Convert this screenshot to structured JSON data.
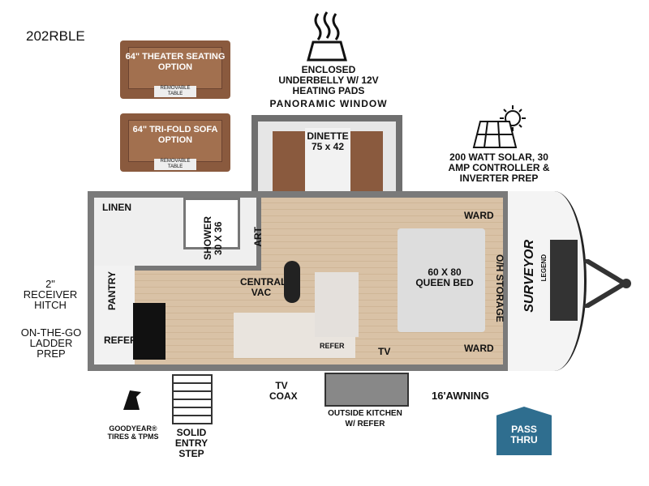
{
  "model": "202RBLE",
  "options": {
    "theater": "64\" THEATER SEATING OPTION",
    "sofa": "64\" TRI-FOLD SOFA OPTION",
    "removable_table": "REMOVABLE TABLE"
  },
  "features": {
    "underbelly": "ENCLOSED UNDERBELLY W/ 12V HEATING PADS",
    "window": "PANORAMIC WINDOW",
    "solar": "200 WATT SOLAR, 30 AMP CONTROLLER & INVERTER PREP",
    "hitch": "2\" RECEIVER HITCH",
    "ladder": "ON-THE-GO LADDER PREP",
    "tires": "GOODYEAR® TIRES & TPMS",
    "step": "SOLID ENTRY STEP",
    "coax": "TV COAX",
    "kitchen": "OUTSIDE KITCHEN W/ REFER",
    "awning": "16'AWNING",
    "pass": "PASS THRU"
  },
  "rooms": {
    "linen": "LINEN",
    "shower": "SHOWER 30 X 36",
    "art": "ART",
    "pantry": "PANTRY",
    "refer": "REFER",
    "vac": "CENTRAL VAC",
    "dinette": "DINETTE 75 x 42",
    "refer2": "REFER",
    "tv": "TV",
    "ward1": "WARD",
    "ward2": "WARD",
    "bed": "60 X 80 QUEEN BED",
    "storage": "O/H STORAGE"
  },
  "brand": {
    "name": "SURVEYOR",
    "sub": "LEGEND"
  },
  "colors": {
    "pass": "#2f6e8f",
    "floor": "#d9c2a6",
    "wall": "#7a7a7a"
  }
}
